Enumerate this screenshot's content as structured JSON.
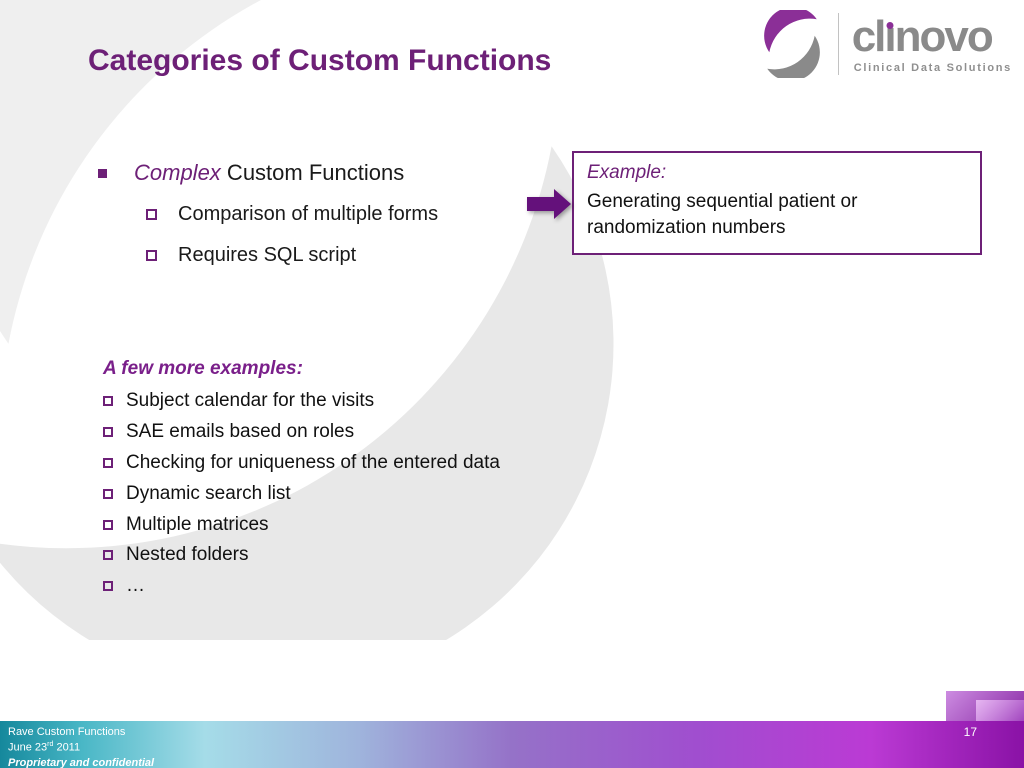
{
  "title": "Categories of Custom Functions",
  "logo": {
    "brand_full": "clinovo",
    "brand_pre": "cl",
    "brand_i": "ı",
    "brand_post": "novo",
    "tagline": "Clinical Data Solutions"
  },
  "content": {
    "bullet_emph": "Complex",
    "bullet_rest": " Custom Functions",
    "sub_bullets": [
      "Comparison of multiple forms",
      "Requires SQL script"
    ],
    "example_label": "Example:",
    "example_text": "Generating sequential patient or randomization numbers",
    "more_heading": "A few more examples:",
    "more_items": [
      "Subject calendar for the visits",
      "SAE emails based on roles",
      "Checking for uniqueness of the entered data",
      "Dynamic search list",
      "Multiple matrices",
      "Nested folders",
      "…"
    ]
  },
  "footer": {
    "line1": "Rave Custom Functions",
    "date_main": "June 23",
    "date_sup": "rd",
    "date_year": " 2011",
    "line3": "Proprietary and confidential",
    "page": "17"
  },
  "icons": {
    "filled_square_bullet": "▪",
    "hollow_square_bullet": "❑",
    "block_arrow": "➜"
  },
  "colors": {
    "title_purple": "#6d2077",
    "logo_purple": "#8b2f97",
    "logo_gray": "#8a8a8a",
    "arrow_purple": "#64117b",
    "box_border_purple": "#6d2077",
    "footer_teal": "#15889c",
    "footer_magenta": "#bb3ad4",
    "watermark_gray": "#ededed"
  }
}
